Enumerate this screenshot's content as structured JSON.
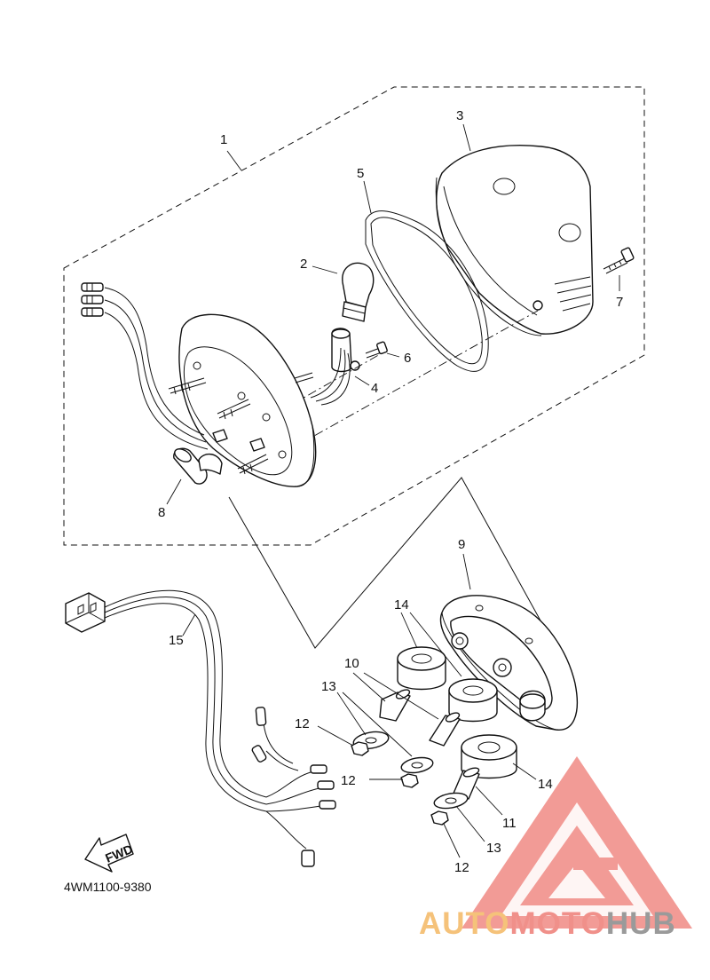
{
  "diagram": {
    "callouts": {
      "p1": "1",
      "p2": "2",
      "p3": "3",
      "p4": "4",
      "p5": "5",
      "p6": "6",
      "p7": "7",
      "p8": "8",
      "p9": "9",
      "p10": "10",
      "p11": "11",
      "p12a": "12",
      "p12b": "12",
      "p12c": "12",
      "p13a": "13",
      "p13b": "13",
      "p14a": "14",
      "p14b": "14",
      "p15": "15"
    },
    "fwd_label": "FWD",
    "part_code": "4WM1100-9380"
  },
  "watermark": {
    "brand_a": "AUTO",
    "brand_b": "MOTO",
    "brand_c": "HUB",
    "colors": {
      "auto": "#f5c27a",
      "moto": "#f0908a",
      "hub": "#9a9a9a",
      "logo": "#f08a84"
    }
  }
}
